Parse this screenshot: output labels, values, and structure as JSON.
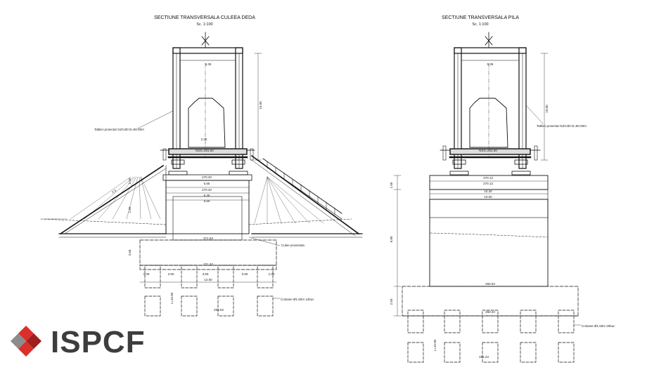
{
  "left_section": {
    "title": "SECTIUNE TRANSVERSALA CULEEA DEDA",
    "scale": "Sc. 1:100",
    "deck_label": "Tablier proiectat GZ/U30 D=80.00m",
    "bearing_label": "NSS=281.60",
    "pile_label": "Coloane Ø1.50m 12buc",
    "abutment_label": "Culee proiectata",
    "dims": {
      "top_width": "5.35",
      "height": "15.00",
      "inner": "2.30",
      "w1": "270.33",
      "w2": "5.55",
      "w3": "270.33",
      "w4": "6.35",
      "w5": "6.50",
      "cap_level": "271.63",
      "footing_level": "271.33",
      "pile_len": "L=15.00",
      "pile_tip": "255.53",
      "base_width": "12.50",
      "spacings": [
        "1.00",
        "3.50",
        "3.50",
        "3.50",
        "1.00"
      ],
      "h1": "3.50",
      "h2": "1.50",
      "h3": "2.50",
      "slope": "2:3"
    }
  },
  "right_section": {
    "title": "SECTIUNE TRANSVERSALA PILA",
    "scale": "Sc. 1:100",
    "deck_label": "Tablier proiectat GZ/U30 D=80.00m",
    "bearing_label": "NSS=281.60",
    "pile_label": "Coloane Ø1.50m 20buc",
    "dims": {
      "top_width": "5.35",
      "height": "10.00",
      "cap_level": "270.13",
      "w1": "270.13",
      "w2": "10.30",
      "w3": "10.00",
      "footing_level": "260.53",
      "pile_level": "260.23",
      "pile_len": "L=15.00",
      "pile_tip": "251.23",
      "h1": "1.00",
      "h2": "8.80",
      "h3": "2.50"
    }
  },
  "logo": {
    "text": "ISPCF",
    "colors": {
      "red": "#d9302b",
      "dark_red": "#9e1f1b",
      "grey": "#8c8c8c",
      "text": "#3d3d3d"
    }
  }
}
